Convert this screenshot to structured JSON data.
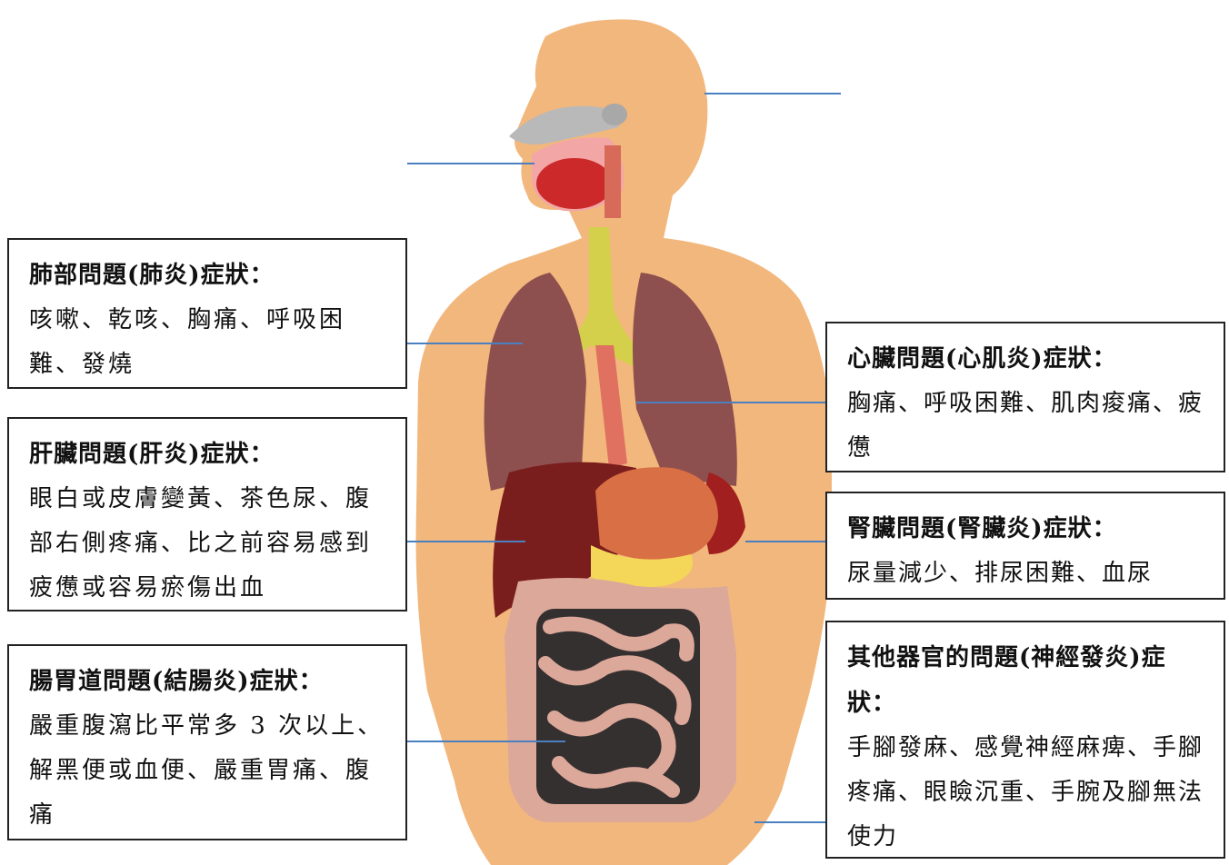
{
  "boxes": {
    "lung": {
      "title": "肺部問題(肺炎)症狀：",
      "body": "咳嗽、乾咳、胸痛、呼吸困難、發燒"
    },
    "liver": {
      "title": "肝臟問題(肝炎)症狀：",
      "body": "眼白或皮膚變黃、茶色尿、腹部右側疼痛、比之前容易感到疲憊或容易瘀傷出血"
    },
    "gi": {
      "title": "腸胃道問題(結腸炎)症狀：",
      "body": "嚴重腹瀉比平常多 3 次以上、解黑便或血便、嚴重胃痛、腹痛"
    },
    "heart": {
      "title": "心臟問題(心肌炎)症狀：",
      "body": "胸痛、呼吸困難、肌肉痠痛、疲憊"
    },
    "kidney": {
      "title": "腎臟問題(腎臟炎)症狀：",
      "body": "尿量減少、排尿困難、血尿"
    },
    "other": {
      "title": "其他器官的問題(神經發炎)症狀：",
      "body": "手腳發麻、感覺神經麻痺、手腳疼痛、眼瞼沉重、手腕及腳無法使力"
    }
  },
  "colors": {
    "skin": "#f2b77c",
    "lung": "#8e4f4f",
    "liver": "#7a1d1d",
    "stomach": "#d96f44",
    "intestine": "#dca89a",
    "trachea": "#d4d04c",
    "leader_line": "#4a7fc0"
  }
}
